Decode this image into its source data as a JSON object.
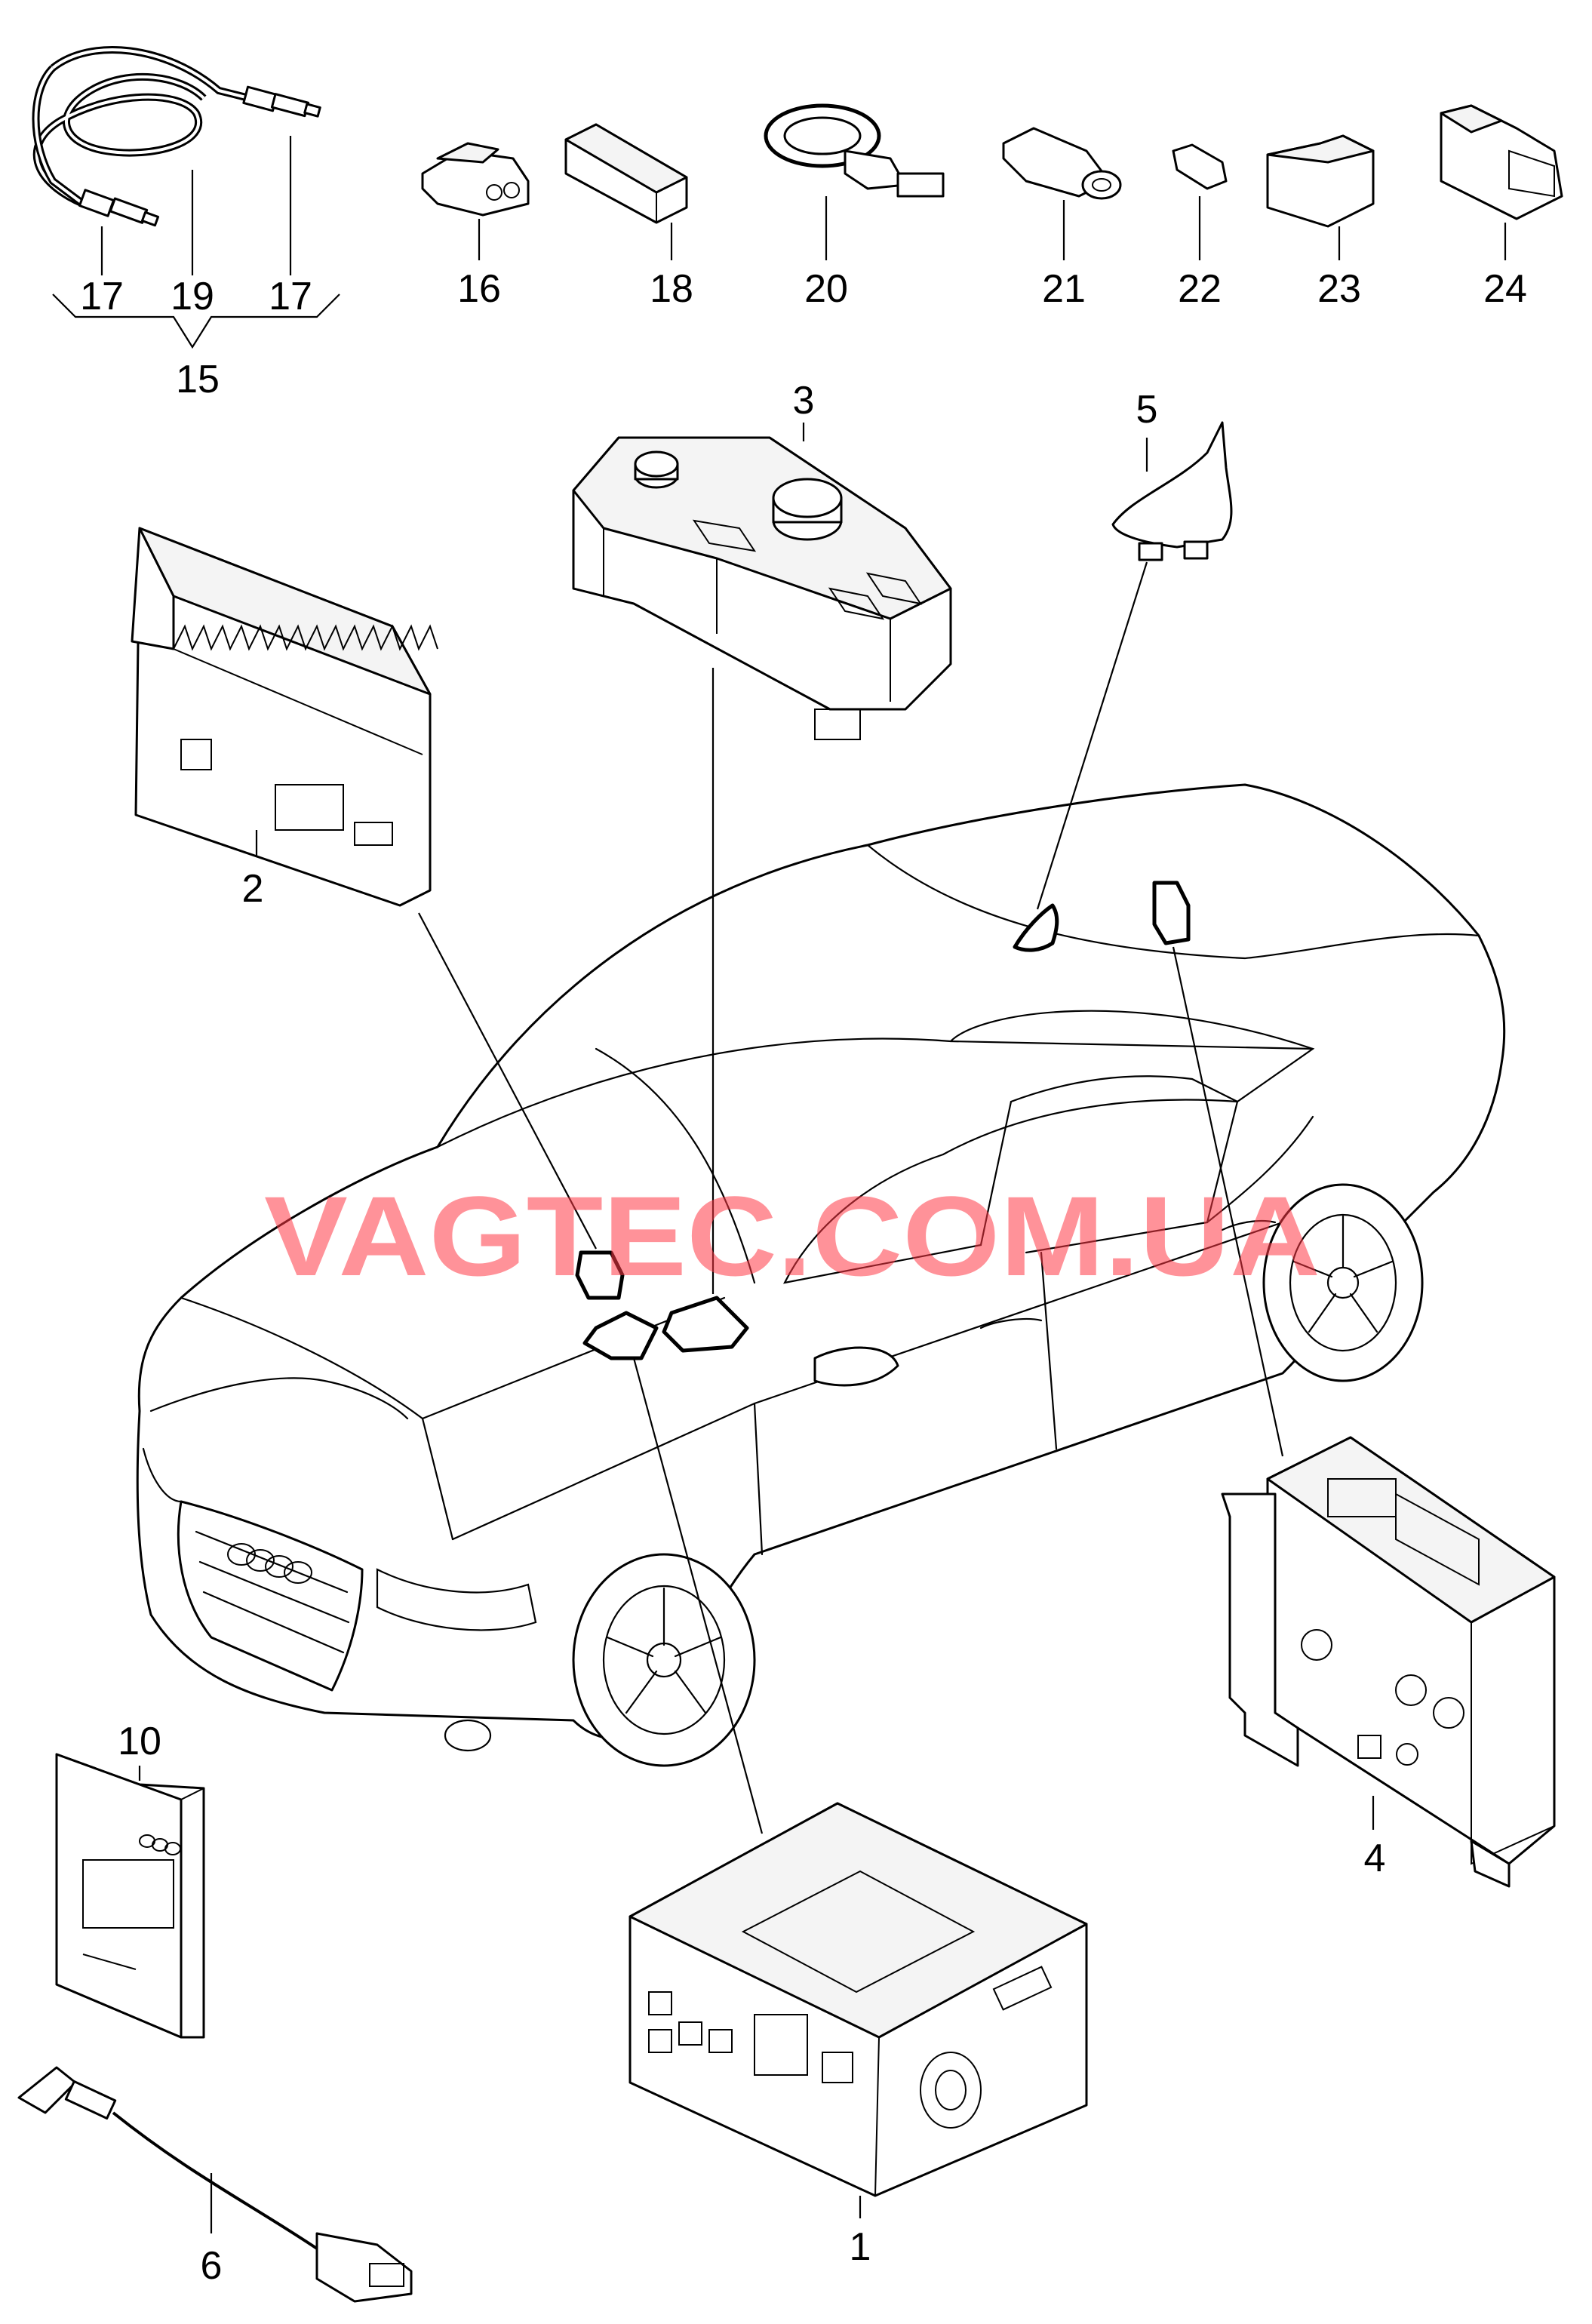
{
  "watermark": "VAGTEC.COM.UA",
  "callouts": {
    "c1": "1",
    "c2": "2",
    "c3": "3",
    "c4": "4",
    "c5": "5",
    "c6": "6",
    "c10": "10",
    "c15": "15",
    "c16": "16",
    "c17a": "17",
    "c17b": "17",
    "c18": "18",
    "c19": "19",
    "c20": "20",
    "c21": "21",
    "c22": "22",
    "c23": "23",
    "c24": "24"
  },
  "colors": {
    "watermark": "#ff3a46",
    "line": "#000000",
    "background": "#ffffff"
  }
}
